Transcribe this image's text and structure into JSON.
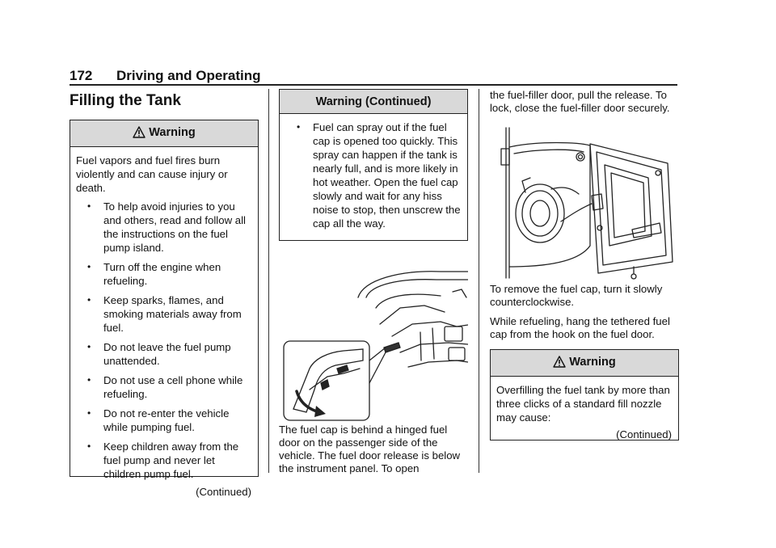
{
  "header": {
    "page_number": "172",
    "section": "Driving and Operating"
  },
  "col1": {
    "title": "Filling the Tank",
    "warning": {
      "heading": "Warning",
      "intro": "Fuel vapors and fuel fires burn violently and can cause injury or death.",
      "bullets": [
        "To help avoid injuries to you and others, read and follow all the instructions on the fuel pump island.",
        "Turn off the engine when refueling.",
        "Keep sparks, flames, and smoking materials away from fuel.",
        "Do not leave the fuel pump unattended.",
        "Do not use a cell phone while refueling.",
        "Do not re-enter the vehicle while pumping fuel.",
        "Keep children away from the fuel pump and never let children pump fuel."
      ],
      "continued": "(Continued)"
    }
  },
  "col2": {
    "warning": {
      "heading": "Warning  (Continued)",
      "bullets": [
        "Fuel can spray out if the fuel cap is opened too quickly. This spray can happen if the tank is nearly full, and is more likely in hot weather. Open the fuel cap slowly and wait for any hiss noise to stop, then unscrew the cap all the way."
      ]
    },
    "paragraph": "The fuel cap is behind a hinged fuel door on the passenger side of the vehicle. The fuel door release is below the instrument panel. To open"
  },
  "col3": {
    "paragraph1": "the fuel-filler door, pull the release. To lock, close the fuel-filler door securely.",
    "paragraph2": "To remove the fuel cap, turn it slowly counterclockwise.",
    "paragraph3": "While refueling, hang the tethered fuel cap from the hook on the fuel door.",
    "warning": {
      "heading": "Warning",
      "body": "Overfilling the fuel tank by more than three clicks of a standard fill nozzle may cause:",
      "continued": "(Continued)"
    }
  },
  "icons": {
    "warning": "warning-triangle-icon"
  }
}
